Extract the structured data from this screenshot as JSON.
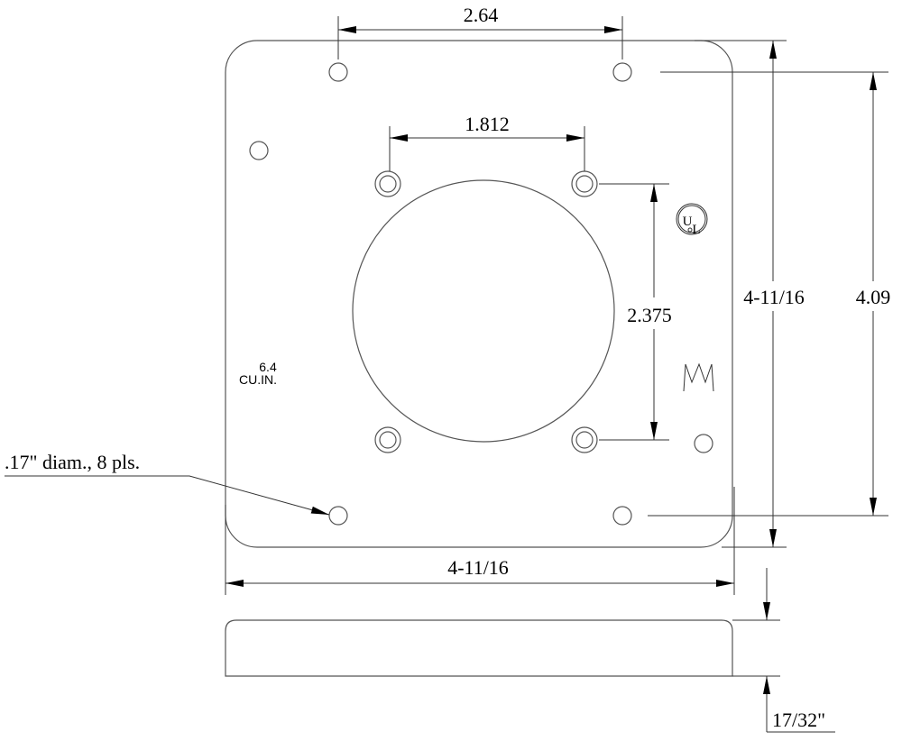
{
  "dimensions": {
    "top_hole_spacing": "2.64",
    "inner_hole_spacing": "1.812",
    "inner_hole_vertical": "2.375",
    "plate_height": "4-11/16",
    "outer_hole_vertical": "4.09",
    "plate_width": "4-11/16",
    "thickness": "17/32\""
  },
  "callouts": {
    "hole_note": ".17\" diam., 8 pls.",
    "volume_line1": "6.4",
    "volume_line2": "CU.IN."
  },
  "marks": {
    "ul_logo": "UL",
    "maker_logo": "M"
  }
}
